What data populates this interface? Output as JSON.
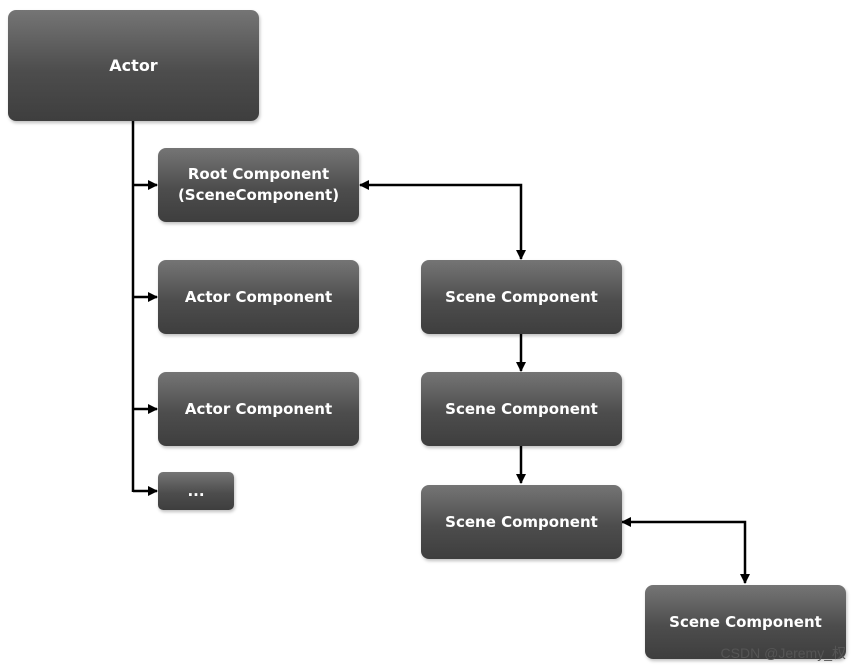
{
  "nodes": {
    "actor": "Actor",
    "root_line1": "Root Component",
    "root_line2": "(SceneComponent)",
    "actor_component_1": "Actor Component",
    "actor_component_2": "Actor Component",
    "ellipsis": "...",
    "scene_component_1": "Scene Component",
    "scene_component_2": "Scene Component",
    "scene_component_3": "Scene Component",
    "scene_component_4": "Scene Component"
  },
  "watermark": "CSDN @Jeremy_权",
  "colors": {
    "node_top": "#757575",
    "node_bottom": "#3e3e3e",
    "connector": "#000000",
    "text": "#ffffff"
  }
}
